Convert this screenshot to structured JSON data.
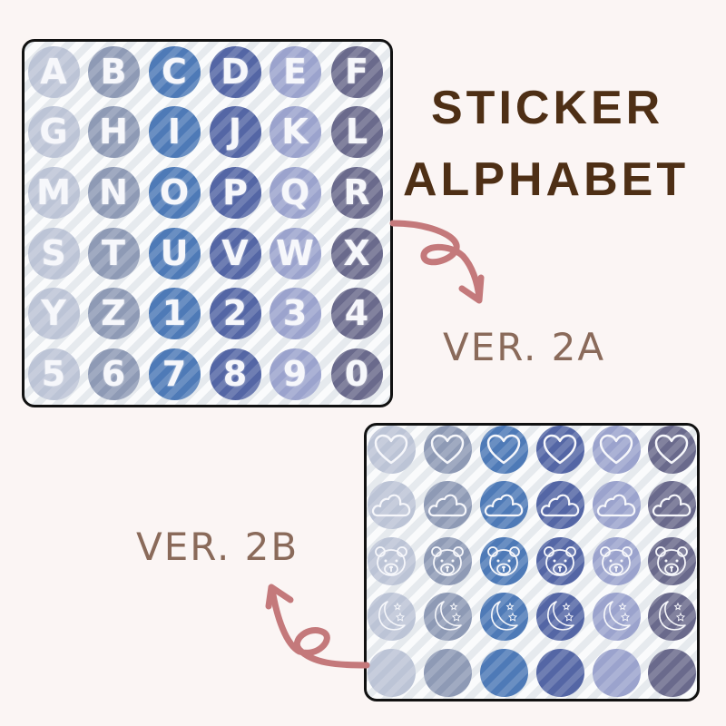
{
  "title": {
    "line1": "STICKER",
    "line2": "ALPHABET"
  },
  "labels": {
    "version_a": "VER. 2A",
    "version_b": "VER. 2B"
  },
  "colors": {
    "background": "#fbf5f4",
    "title": "#4e2f15",
    "version_label": "#8a6a5a",
    "arrow": "#c4797b",
    "sticker_columns": [
      "#bcc4d6",
      "#8e9ab5",
      "#4e7ab7",
      "#5466a5",
      "#9ba3cd",
      "#6a6a8c"
    ]
  },
  "sheet_a": {
    "rows": [
      [
        "A",
        "B",
        "C",
        "D",
        "E",
        "F"
      ],
      [
        "G",
        "H",
        "I",
        "J",
        "K",
        "L"
      ],
      [
        "M",
        "N",
        "O",
        "P",
        "Q",
        "R"
      ],
      [
        "S",
        "T",
        "U",
        "V",
        "W",
        "X"
      ],
      [
        "Y",
        "Z",
        "1",
        "2",
        "3",
        "4"
      ],
      [
        "5",
        "6",
        "7",
        "8",
        "9",
        "0"
      ]
    ]
  },
  "sheet_b": {
    "rows": [
      "heart-icon",
      "cloud-icon",
      "bear-icon",
      "moon-stars-icon",
      "blank"
    ]
  }
}
